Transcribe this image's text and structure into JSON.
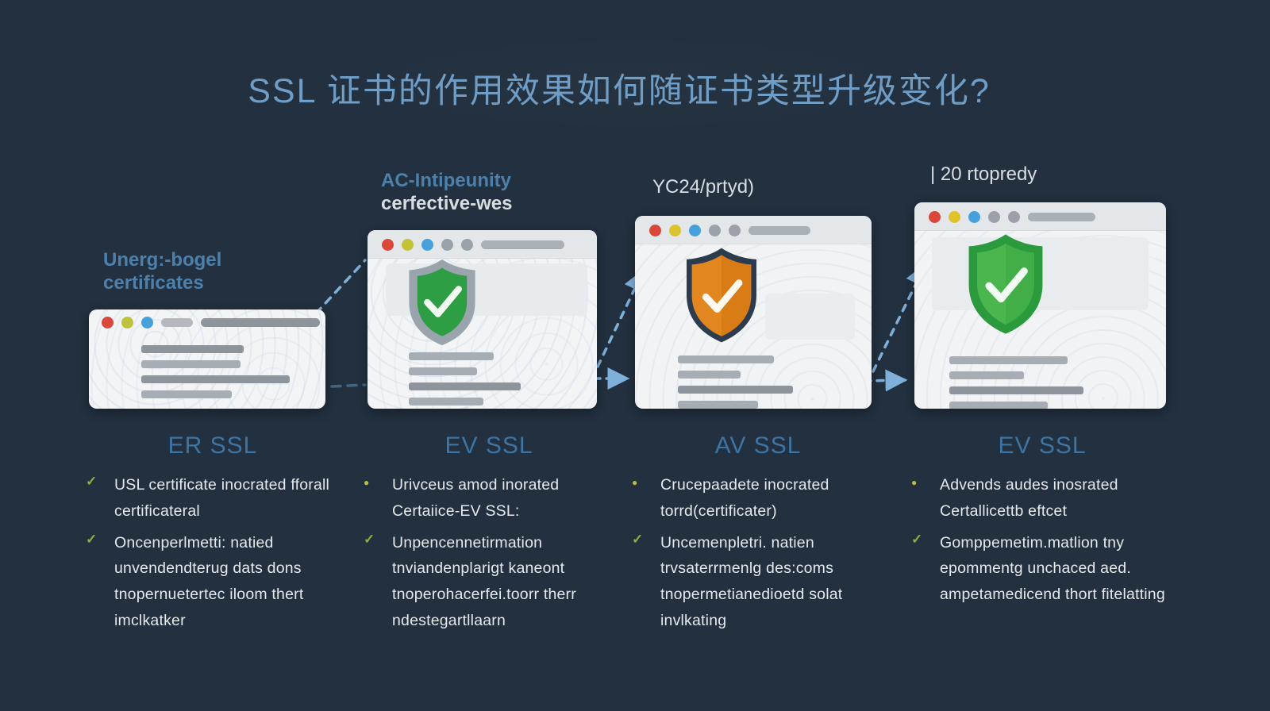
{
  "title": "SSL 证书的作用效果如何随证书类型升级变化?",
  "colors": {
    "background": "#22303f",
    "title_blue": "#6f9dc6",
    "heading_blue": "#3e74a3",
    "label_blue": "#4d80ab",
    "body_text": "#e6e9ec",
    "arrow_blue": "#7fb0da",
    "check_green": "#8caf3f",
    "dot_yellow": "#b9bd41",
    "shield_green": "#2e9e44",
    "shield_orange": "#e2861f",
    "shield_gray": "#9aa4ad"
  },
  "columns": [
    {
      "label_line1": "Unerg:-bogel",
      "label_line2": "certificates",
      "heading": "ER SSL",
      "shield": "none",
      "bullets": [
        {
          "marker": "check",
          "glyph": "✓",
          "text": "USL certificate inocrated fforall certificateral"
        },
        {
          "marker": "check",
          "glyph": "✓",
          "text": "Oncenperlmetti: natied unvendendterug dats dons tnopernuetertec iloom thert imclkatker"
        }
      ]
    },
    {
      "label_line1": "AC-Intipeunity",
      "label_line2": "cerfective-wes",
      "heading": "EV SSL",
      "shield": "green-gray",
      "bullets": [
        {
          "marker": "dot",
          "glyph": "●",
          "text": "Urivceus amod inorated Certaiice-EV SSL:"
        },
        {
          "marker": "check",
          "glyph": "✓",
          "text": "Unpencennetirmation tnviandenplarigt kaneont tnoperohacerfei.toorr therr ndestegartllaarn"
        }
      ]
    },
    {
      "label_line1": "YC24/prtyd)",
      "label_line2": "",
      "heading": "AV SSL",
      "shield": "orange",
      "bullets": [
        {
          "marker": "dot",
          "glyph": "●",
          "text": "Crucepaadete inocrated torrd(certificater)"
        },
        {
          "marker": "check",
          "glyph": "✓",
          "text": "Uncemenpletri. natien trvsaterrmenlg des:coms tnopermetianedioetd solat invlkating"
        }
      ]
    },
    {
      "label_line1": "| 20 rtopredy",
      "label_line2": "",
      "heading": "EV SSL",
      "shield": "green",
      "bullets": [
        {
          "marker": "dot",
          "glyph": "●",
          "text": "Advends audes inosrated Certallicettb eftcet"
        },
        {
          "marker": "check",
          "glyph": "✓",
          "text": "Gomppemetim.matlion tny epommentg unchaced aed. ampetamedicend thort fitelatting"
        }
      ]
    }
  ]
}
